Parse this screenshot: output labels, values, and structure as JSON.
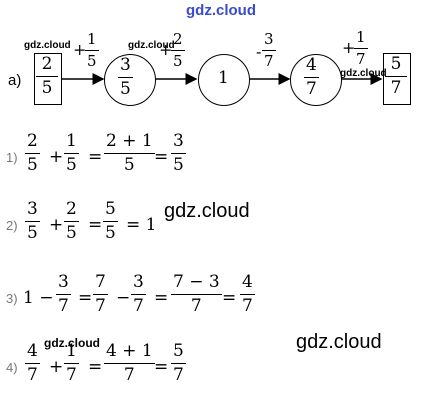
{
  "watermarks": {
    "top": "gdz.cloud",
    "small": "gdz.cloud",
    "big": "gdz.cloud"
  },
  "part_label": "а)",
  "chain": {
    "box_start": {
      "num": "2",
      "den": "5"
    },
    "step1": {
      "sign": "+",
      "num": "1",
      "den": "5"
    },
    "circle1": {
      "num": "3",
      "den": "5"
    },
    "step2": {
      "sign": "+",
      "num": "2",
      "den": "5"
    },
    "circle2": "1",
    "step3": {
      "sign": "-",
      "num": "3",
      "den": "7"
    },
    "circle3": {
      "num": "4",
      "den": "7"
    },
    "step4": {
      "sign": "+",
      "num": "1",
      "den": "7"
    },
    "box_end": {
      "num": "5",
      "den": "7"
    }
  },
  "lines": [
    {
      "label": "1)",
      "op1": "+",
      "eq1": "=",
      "eq2": "=",
      "a": {
        "num": "2",
        "den": "5"
      },
      "b": {
        "num": "1",
        "den": "5"
      },
      "c": {
        "num": "2 + 1",
        "den": "5"
      },
      "d": {
        "num": "3",
        "den": "5"
      }
    },
    {
      "label": "2)",
      "op1": "+",
      "eq1": "=",
      "eq2": "= 1",
      "a": {
        "num": "3",
        "den": "5"
      },
      "b": {
        "num": "2",
        "den": "5"
      },
      "c": {
        "num": "5",
        "den": "5"
      }
    },
    {
      "label": "3)",
      "lead": "1 −",
      "eq1": "=",
      "op2": "−",
      "eq2": "=",
      "eq3": "=",
      "a": {
        "num": "3",
        "den": "7"
      },
      "b": {
        "num": "7",
        "den": "7"
      },
      "c": {
        "num": "3",
        "den": "7"
      },
      "d": {
        "num": "7 − 3",
        "den": "7"
      },
      "e": {
        "num": "4",
        "den": "7"
      }
    },
    {
      "label": "4)",
      "op1": "+",
      "eq1": "=",
      "eq2": "=",
      "a": {
        "num": "4",
        "den": "7"
      },
      "b": {
        "num": "1",
        "den": "7"
      },
      "c": {
        "num": "4 + 1",
        "den": "7"
      },
      "d": {
        "num": "5",
        "den": "7"
      }
    }
  ]
}
